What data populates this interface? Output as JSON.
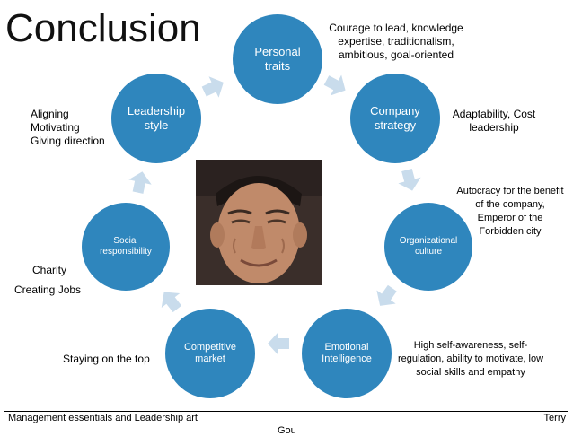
{
  "slide": {
    "title": "Conclusion",
    "nodes": [
      {
        "key": "personal",
        "line1": "Personal",
        "line2": "traits"
      },
      {
        "key": "strategy",
        "line1": "Company",
        "line2": "strategy"
      },
      {
        "key": "culture",
        "line1": "Organizational",
        "line2": "culture"
      },
      {
        "key": "emotional",
        "line1": "Emotional",
        "line2": "Intelligence"
      },
      {
        "key": "market",
        "line1": "Competitive",
        "line2": "market"
      },
      {
        "key": "social",
        "line1": "Social",
        "line2": "responsibility"
      },
      {
        "key": "leadership",
        "line1": "Leadership",
        "line2": "style"
      }
    ],
    "notes": {
      "personal": [
        "Courage to lead, knowledge",
        "expertise,  traditionalism,",
        "ambitious, goal-oriented"
      ],
      "strategy": [
        "Adaptability, Cost",
        "leadership"
      ],
      "culture": [
        "Autocracy for the benefit",
        "of the company,",
        "Emperor of the",
        "Forbidden city"
      ],
      "emotional": [
        "High self-awareness, self-",
        "regulation, ability to motivate, low",
        "social skills and empathy"
      ],
      "market": [
        "Staying on the top"
      ],
      "social": [
        "Charity",
        "Creating Jobs"
      ],
      "leadership": [
        "Aligning",
        "Motivating",
        "Giving direction"
      ]
    },
    "footer": {
      "left": "Management essentials and Leadership art",
      "right": "Terry",
      "wrap": "Gou"
    },
    "colors": {
      "node": "#2f86bd",
      "arrow": "#c9dcec"
    }
  }
}
